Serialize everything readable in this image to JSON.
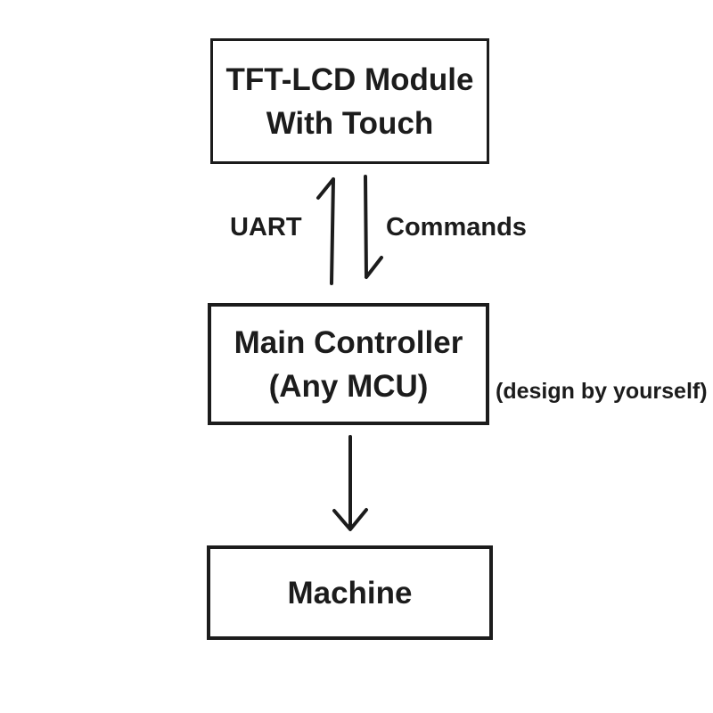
{
  "colors": {
    "ink": "#1c1c1c",
    "background": "#ffffff"
  },
  "diagram": {
    "nodes": [
      {
        "name": "tft-lcd-module",
        "lines": [
          "TFT-LCD Module",
          "With Touch"
        ]
      },
      {
        "name": "main-controller",
        "lines": [
          "Main Controller",
          "(Any MCU)"
        ]
      },
      {
        "name": "machine",
        "lines": [
          "Machine"
        ]
      }
    ],
    "edge_labels": {
      "uart": "UART",
      "commands": "Commands"
    },
    "annotation": "(design by yourself)",
    "arrows": [
      {
        "name": "uart-up-arrow",
        "direction": "up",
        "from": "main-controller",
        "to": "tft-lcd-module"
      },
      {
        "name": "commands-down-arrow",
        "direction": "down",
        "from": "tft-lcd-module",
        "to": "main-controller"
      },
      {
        "name": "mcu-to-machine-arrow",
        "direction": "down",
        "from": "main-controller",
        "to": "machine"
      }
    ]
  }
}
